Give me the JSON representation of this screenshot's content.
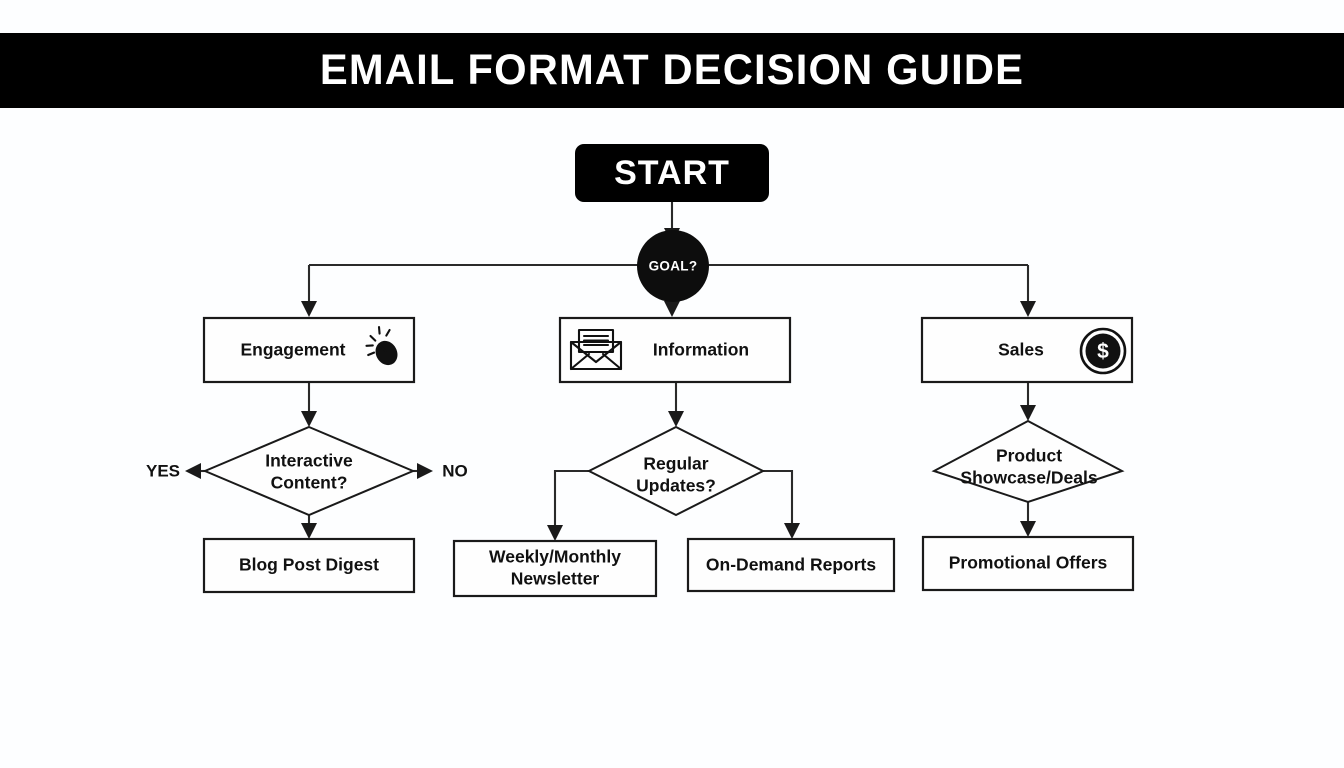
{
  "header": {
    "title": "EMAIL FORMAT DECISION GUIDE"
  },
  "chart_data": {
    "type": "diagram",
    "diagram_kind": "flowchart",
    "title": "EMAIL FORMAT DECISION GUIDE",
    "orientation": "top-down",
    "nodes": [
      {
        "id": "start",
        "label": "START",
        "shape": "rounded-rect",
        "style": "filled-black"
      },
      {
        "id": "goal",
        "label": "GOAL?",
        "shape": "circle",
        "style": "filled-black"
      },
      {
        "id": "engagement",
        "label": "Engagement",
        "shape": "rect",
        "icon": "mouse-click-icon",
        "icon_side": "right"
      },
      {
        "id": "information",
        "label": "Information",
        "shape": "rect",
        "icon": "envelope-icon",
        "icon_side": "left"
      },
      {
        "id": "sales",
        "label": "Sales",
        "shape": "rect",
        "icon": "dollar-coin-icon",
        "icon_side": "right"
      },
      {
        "id": "interactive",
        "label": "Interactive Content?",
        "shape": "diamond"
      },
      {
        "id": "regular",
        "label": "Regular Updates?",
        "shape": "diamond"
      },
      {
        "id": "showcase",
        "label": "Product Showcase/Deals",
        "shape": "diamond"
      },
      {
        "id": "blog",
        "label": "Blog Post Digest",
        "shape": "rect"
      },
      {
        "id": "newsletter",
        "label": "Weekly/Monthly Newsletter",
        "shape": "rect"
      },
      {
        "id": "ondemand",
        "label": "On-Demand Reports",
        "shape": "rect"
      },
      {
        "id": "promo",
        "label": "Promotional Offers",
        "shape": "rect"
      }
    ],
    "edges": [
      {
        "from": "start",
        "to": "goal",
        "label": ""
      },
      {
        "from": "goal",
        "to": "engagement",
        "label": ""
      },
      {
        "from": "goal",
        "to": "information",
        "label": ""
      },
      {
        "from": "goal",
        "to": "sales",
        "label": ""
      },
      {
        "from": "engagement",
        "to": "interactive",
        "label": ""
      },
      {
        "from": "information",
        "to": "regular",
        "label": ""
      },
      {
        "from": "sales",
        "to": "showcase",
        "label": ""
      },
      {
        "from": "interactive",
        "to": "blog",
        "label": ""
      },
      {
        "from": "interactive",
        "to": "",
        "label": "YES",
        "direction": "left"
      },
      {
        "from": "interactive",
        "to": "",
        "label": "NO",
        "direction": "right"
      },
      {
        "from": "regular",
        "to": "newsletter",
        "label": ""
      },
      {
        "from": "regular",
        "to": "ondemand",
        "label": ""
      },
      {
        "from": "showcase",
        "to": "promo",
        "label": ""
      }
    ]
  },
  "nodes": {
    "start": "START",
    "goal": "GOAL?",
    "engagement": "Engagement",
    "information": "Information",
    "sales": "Sales",
    "interactive_line1": "Interactive",
    "interactive_line2": "Content?",
    "regular_line1": "Regular",
    "regular_line2": "Updates?",
    "showcase_line1": "Product",
    "showcase_line2": "Showcase/Deals",
    "blog": "Blog Post Digest",
    "newsletter_line1": "Weekly/Monthly",
    "newsletter_line2": "Newsletter",
    "ondemand": "On-Demand Reports",
    "promo": "Promotional Offers"
  },
  "edge_labels": {
    "yes": "YES",
    "no": "NO"
  },
  "colors": {
    "background": "#fdfeff",
    "banner": "#000000",
    "banner_text": "#ffffff",
    "node_stroke": "#1a1a1a",
    "node_fill": "#fefefe",
    "connector": "#2a2a2a",
    "text": "#111111"
  }
}
